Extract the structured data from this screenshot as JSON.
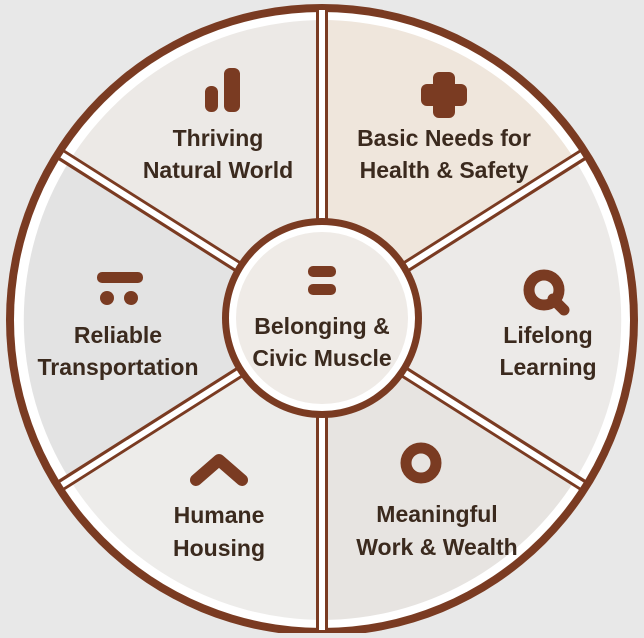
{
  "colors": {
    "background": "#e8e8e8",
    "ring": "#7a3b22",
    "icon": "#7a3b22",
    "segment_fill": "#f4f1ee",
    "label_text": "#3b2a1e"
  },
  "center": {
    "icon": "equals-icon",
    "line1": "Belonging &",
    "line2": "Civic Muscle"
  },
  "segments": [
    {
      "key": "natural-world",
      "icon": "bar-chart-icon",
      "line1": "Thriving",
      "line2": "Natural World"
    },
    {
      "key": "basic-needs",
      "icon": "plus-icon",
      "line1": "Basic Needs for",
      "line2": "Health & Safety"
    },
    {
      "key": "lifelong-learning",
      "icon": "magnifier-icon",
      "line1": "Lifelong",
      "line2": "Learning"
    },
    {
      "key": "meaningful-work",
      "icon": "ring-icon",
      "line1": "Meaningful",
      "line2": "Work & Wealth"
    },
    {
      "key": "humane-housing",
      "icon": "roof-icon",
      "line1": "Humane",
      "line2": "Housing"
    },
    {
      "key": "reliable-transportation",
      "icon": "tram-icon",
      "line1": "Reliable",
      "line2": "Transportation"
    }
  ]
}
